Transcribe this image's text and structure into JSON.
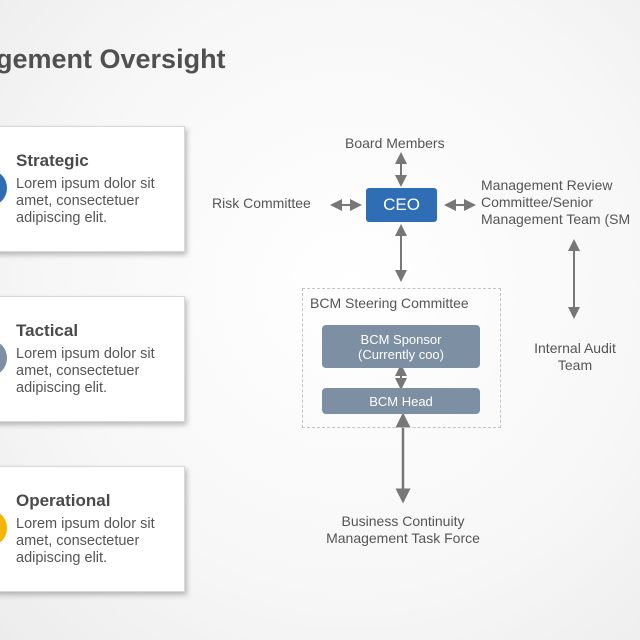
{
  "title": "gement Oversight",
  "cards": [
    {
      "heading": "Strategic",
      "text": "Lorem ipsum dolor sit amet, consectetuer adipiscing elit.",
      "color": "#2f6eb5"
    },
    {
      "heading": "Tactical",
      "text": "Lorem ipsum dolor sit amet, consectetuer adipiscing elit.",
      "color": "#7d8fa3"
    },
    {
      "heading": "Operational",
      "text": "Lorem ipsum dolor sit amet, consectetuer adipiscing elit.",
      "color": "#f4b400"
    }
  ],
  "org": {
    "board": "Board Members",
    "risk": "Risk Committee",
    "ceo": "CEO",
    "mgmt_line1": "Management Review",
    "mgmt_line2": "Committee/Senior",
    "mgmt_line3": "Management Team (SM",
    "steering": "BCM Steering Committee",
    "sponsor_line1": "BCM Sponsor",
    "sponsor_line2": "(Currently coo)",
    "head": "BCM Head",
    "audit_line1": "Internal Audit",
    "audit_line2": "Team",
    "taskforce_line1": "Business Continuity",
    "taskforce_line2": "Management Task Force"
  }
}
